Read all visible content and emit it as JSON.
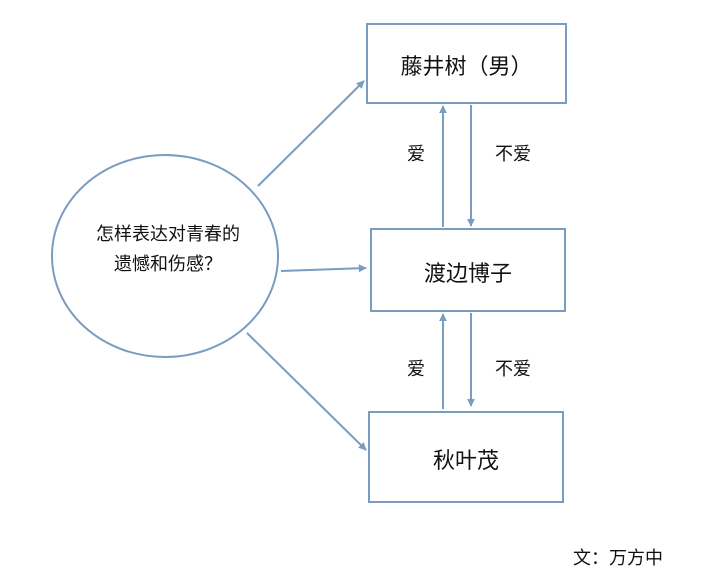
{
  "center_node": {
    "line1": "怎样表达对青春的",
    "line2": "遗憾和伤感？"
  },
  "nodes": {
    "top": "藤井树（男）",
    "middle": "渡边博子",
    "bottom": "秋叶茂"
  },
  "edges": {
    "top_middle_up": "爱",
    "top_middle_down": "不爱",
    "middle_bottom_up": "爱",
    "middle_bottom_down": "不爱"
  },
  "credit": "文：万方中",
  "colors": {
    "stroke": "#7a9cc0",
    "text": "#111111",
    "background": "#ffffff"
  }
}
